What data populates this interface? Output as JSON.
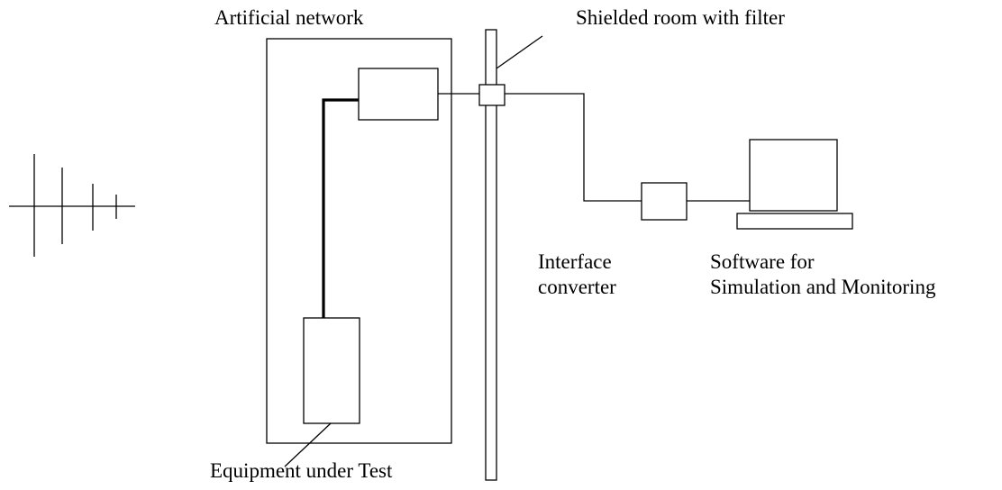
{
  "labels": {
    "artificial_network": "Artificial network",
    "shielded_room": "Shielded room with filter",
    "interface_converter": [
      "Interface",
      "converter"
    ],
    "software": [
      "Software for",
      "Simulation and Monitoring"
    ],
    "equipment_under_test": "Equipment under Test"
  },
  "icons": {
    "antenna": "antenna-icon",
    "computer": "computer-icon"
  },
  "colors": {
    "line": "#000000",
    "background": "#ffffff"
  }
}
